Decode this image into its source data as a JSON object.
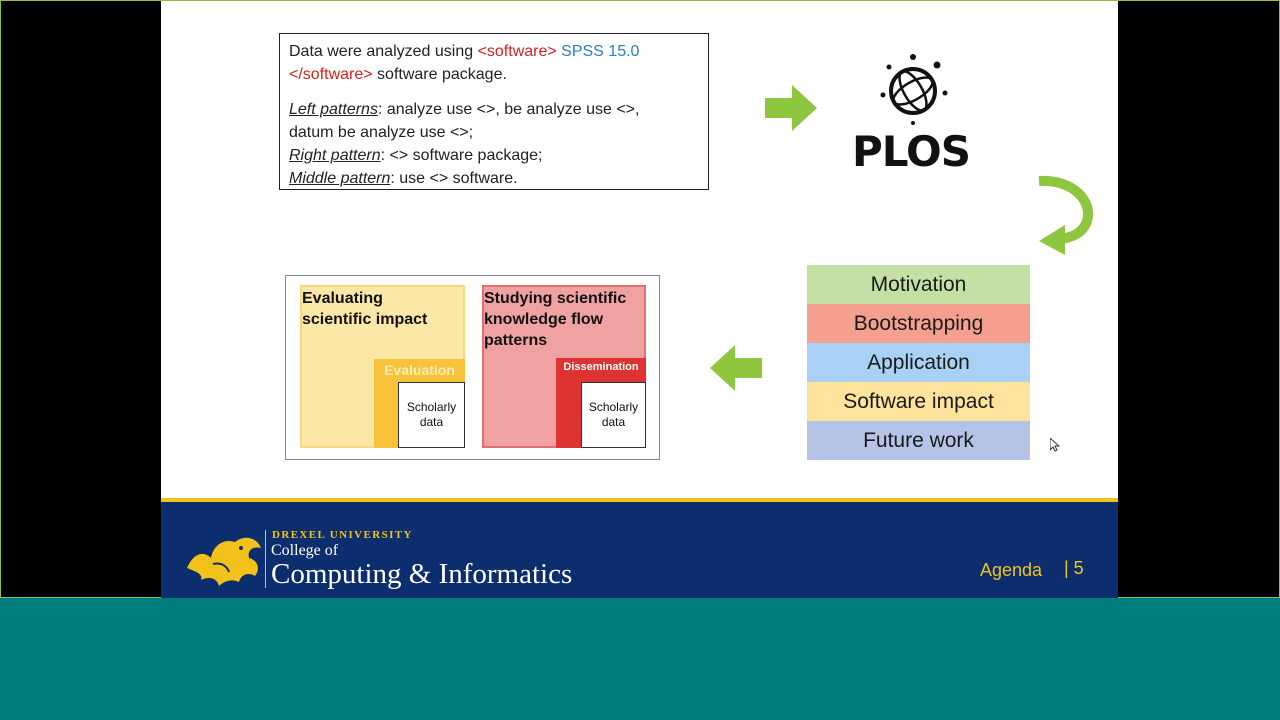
{
  "text_box": {
    "line1_a": "Data were analyzed using ",
    "line1_tag_open": "<software>",
    "line1_sw": " SPSS 15.0",
    "line2_tag_close": "</software>",
    "line2_rest": " software package.",
    "left_label": "Left patterns",
    "left_text": ": analyze use <>, be analyze use <>,",
    "left_text2": "datum be analyze use <>;",
    "right_label": "Right pattern",
    "right_text": ": <> software package;",
    "middle_label": "Middle pattern",
    "middle_text": ": use <> software."
  },
  "plos": {
    "logo_text": "PLOS"
  },
  "agenda": [
    {
      "label": "Motivation",
      "color": "#c5e0a5"
    },
    {
      "label": "Bootstrapping",
      "color": "#f5a08e"
    },
    {
      "label": "Application",
      "color": "#a9d1f5"
    },
    {
      "label": "Software impact",
      "color": "#fde39c"
    },
    {
      "label": "Future work",
      "color": "#b4c3e6"
    }
  ],
  "research": {
    "eval_title": "Evaluating scientific impact",
    "eval_mid": "Evaluation",
    "eval_inner": "Scholarly data",
    "study_title": "Studying scientific knowledge flow patterns",
    "study_mid": "Dissemination",
    "study_inner": "Scholarly data"
  },
  "footer": {
    "university": "DREXEL UNIVERSITY",
    "college": "College of",
    "dept": "Computing & Informatics",
    "section": "Agenda",
    "page": "| 5"
  },
  "colors": {
    "arrow_green": "#8ec63f",
    "footer_blue": "#0d2e6e",
    "gold": "#f2c21b",
    "teal": "#007e7e"
  }
}
